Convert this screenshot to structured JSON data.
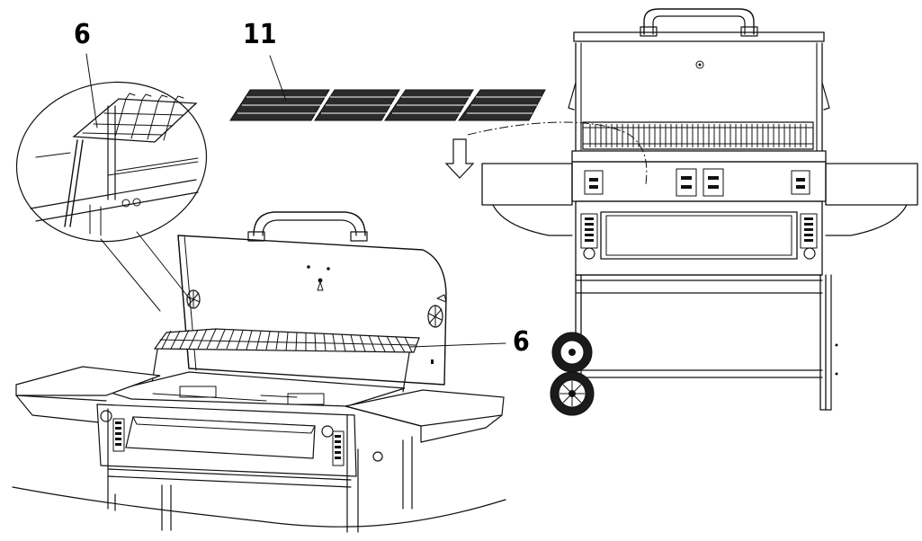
{
  "callouts": {
    "rack_detail": "6",
    "grates": "11",
    "rack_body": "6"
  },
  "colors": {
    "ink": "#111111",
    "background": "#ffffff"
  }
}
